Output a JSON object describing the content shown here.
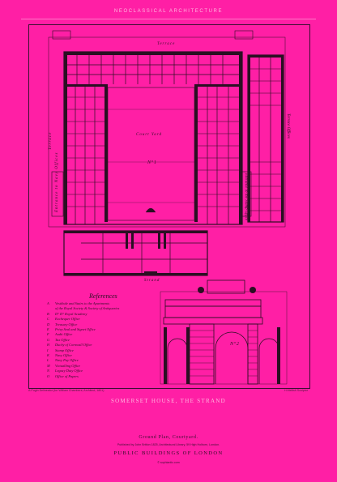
{
  "header": {
    "title": "Neoclassical Architecture"
  },
  "plan": {
    "terrace_top": "Terrace",
    "terrace_left": "Terrace",
    "court_label": "Court Yard",
    "court_number": "Nº1",
    "terrace_right": "Terrace Offices",
    "left_side_note": "Entrance to Navy Offices",
    "right_side_note": "Entrance to the Stamp Office",
    "strand": "Strand",
    "elevation_number": "Nº2"
  },
  "references": {
    "title": "References",
    "items": [
      {
        "key": "A",
        "text": "Vestibule and Stairs to the Apartments"
      },
      {
        "key": "",
        "text": "of the Royal Society & Society of Antiquaries"
      },
      {
        "key": "B",
        "text": "D°  D°  Royal Academy"
      },
      {
        "key": "C",
        "text": "Exchequer Office"
      },
      {
        "key": "D",
        "text": "Treasury Office"
      },
      {
        "key": "E",
        "text": "Privy Seal and Signet Office"
      },
      {
        "key": "F",
        "text": "Audit Office"
      },
      {
        "key": "G",
        "text": "Tax Office"
      },
      {
        "key": "H",
        "text": "Duchy of Cornwall Office"
      },
      {
        "key": "I",
        "text": "Stamp Office"
      },
      {
        "key": "K",
        "text": "Navy Office"
      },
      {
        "key": "L",
        "text": "Navy Pay Office"
      },
      {
        "key": "M",
        "text": "Victualling Office"
      },
      {
        "key": "N",
        "text": "Legacy Duty Office"
      },
      {
        "key": "O",
        "text": "Office of Papers"
      }
    ]
  },
  "footer": {
    "left_credit": "A.Pugin Delineator (for William Chambers, Architect, 1801)",
    "right_credit": "H.Mellish Sculptor",
    "title": "Somerset House, the Strand",
    "subtitle": "Ground Plan, Courtyard.",
    "publisher": "Published by John Britton 1825, Architectural Library, 59 High Holborn, London.",
    "series": "Public Buildings of London",
    "website": "© sophiantic.com"
  },
  "colors": {
    "background": "#ff1fa5",
    "ink": "#2a0f22",
    "light": "#ffb6e0"
  }
}
